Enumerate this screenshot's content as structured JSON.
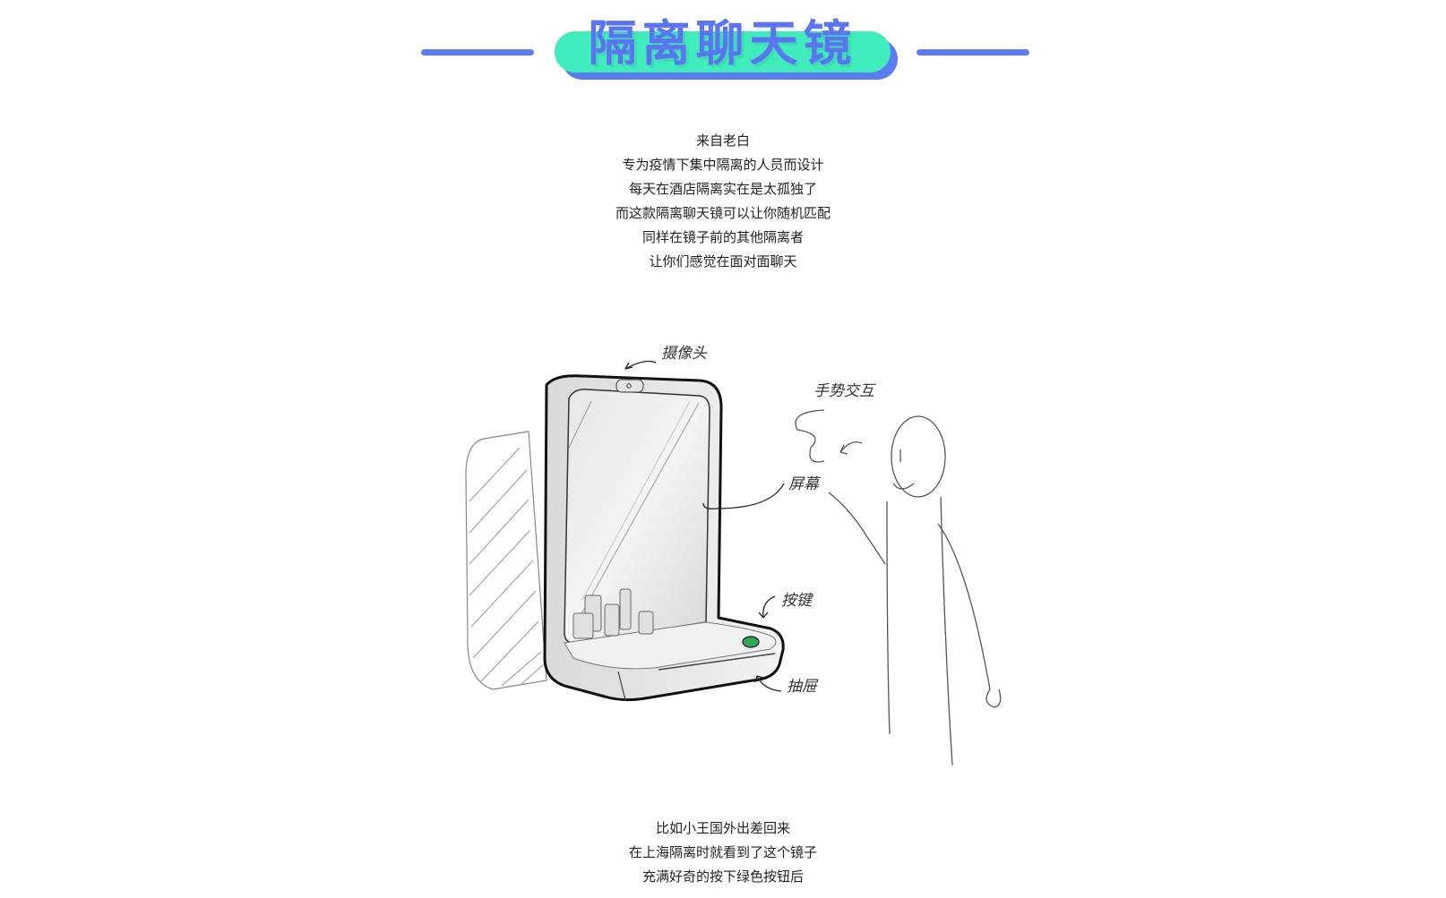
{
  "title": "隔离聊天镜",
  "colors": {
    "accent_blue": "#5b7cf0",
    "accent_green": "#40ebbc",
    "title_text": "#5a74f2",
    "button_green": "#2fa84f"
  },
  "intro_lines": [
    "来自老白",
    "专为疫情下集中隔离的人员而设计",
    "每天在酒店隔离实在是太孤独了",
    "而这款隔离聊天镜可以让你随机匹配",
    "同样在镜子前的其他隔离者",
    "让你们感觉在面对面聊天"
  ],
  "sketch_labels": {
    "camera": "摄像头",
    "gesture": "手势交互",
    "screen": "屏幕",
    "button": "按键",
    "drawer": "抽屉"
  },
  "outro_lines": [
    "比如小王国外出差回来",
    "在上海隔离时就看到了这个镜子",
    "充满好奇的按下绿色按钮后"
  ]
}
